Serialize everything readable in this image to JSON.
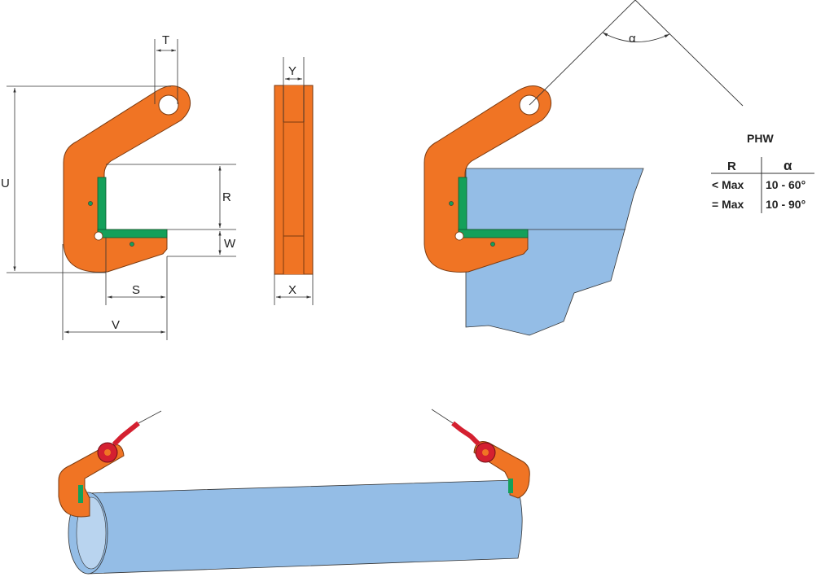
{
  "dimensions": {
    "T": "T",
    "U": "U",
    "R": "R",
    "W": "W",
    "S": "S",
    "V": "V",
    "Y": "Y",
    "X": "X",
    "alpha": "α"
  },
  "table": {
    "title": "PHW",
    "headers": [
      "R",
      "α"
    ],
    "rows": [
      [
        "< Max",
        "10 - 60°"
      ],
      [
        "= Max",
        "10 - 90°"
      ]
    ]
  },
  "colors": {
    "clamp": "#f07424",
    "pad": "#14a05a",
    "load": "#94bde6",
    "chain": "#d42030",
    "line": "#333333"
  }
}
